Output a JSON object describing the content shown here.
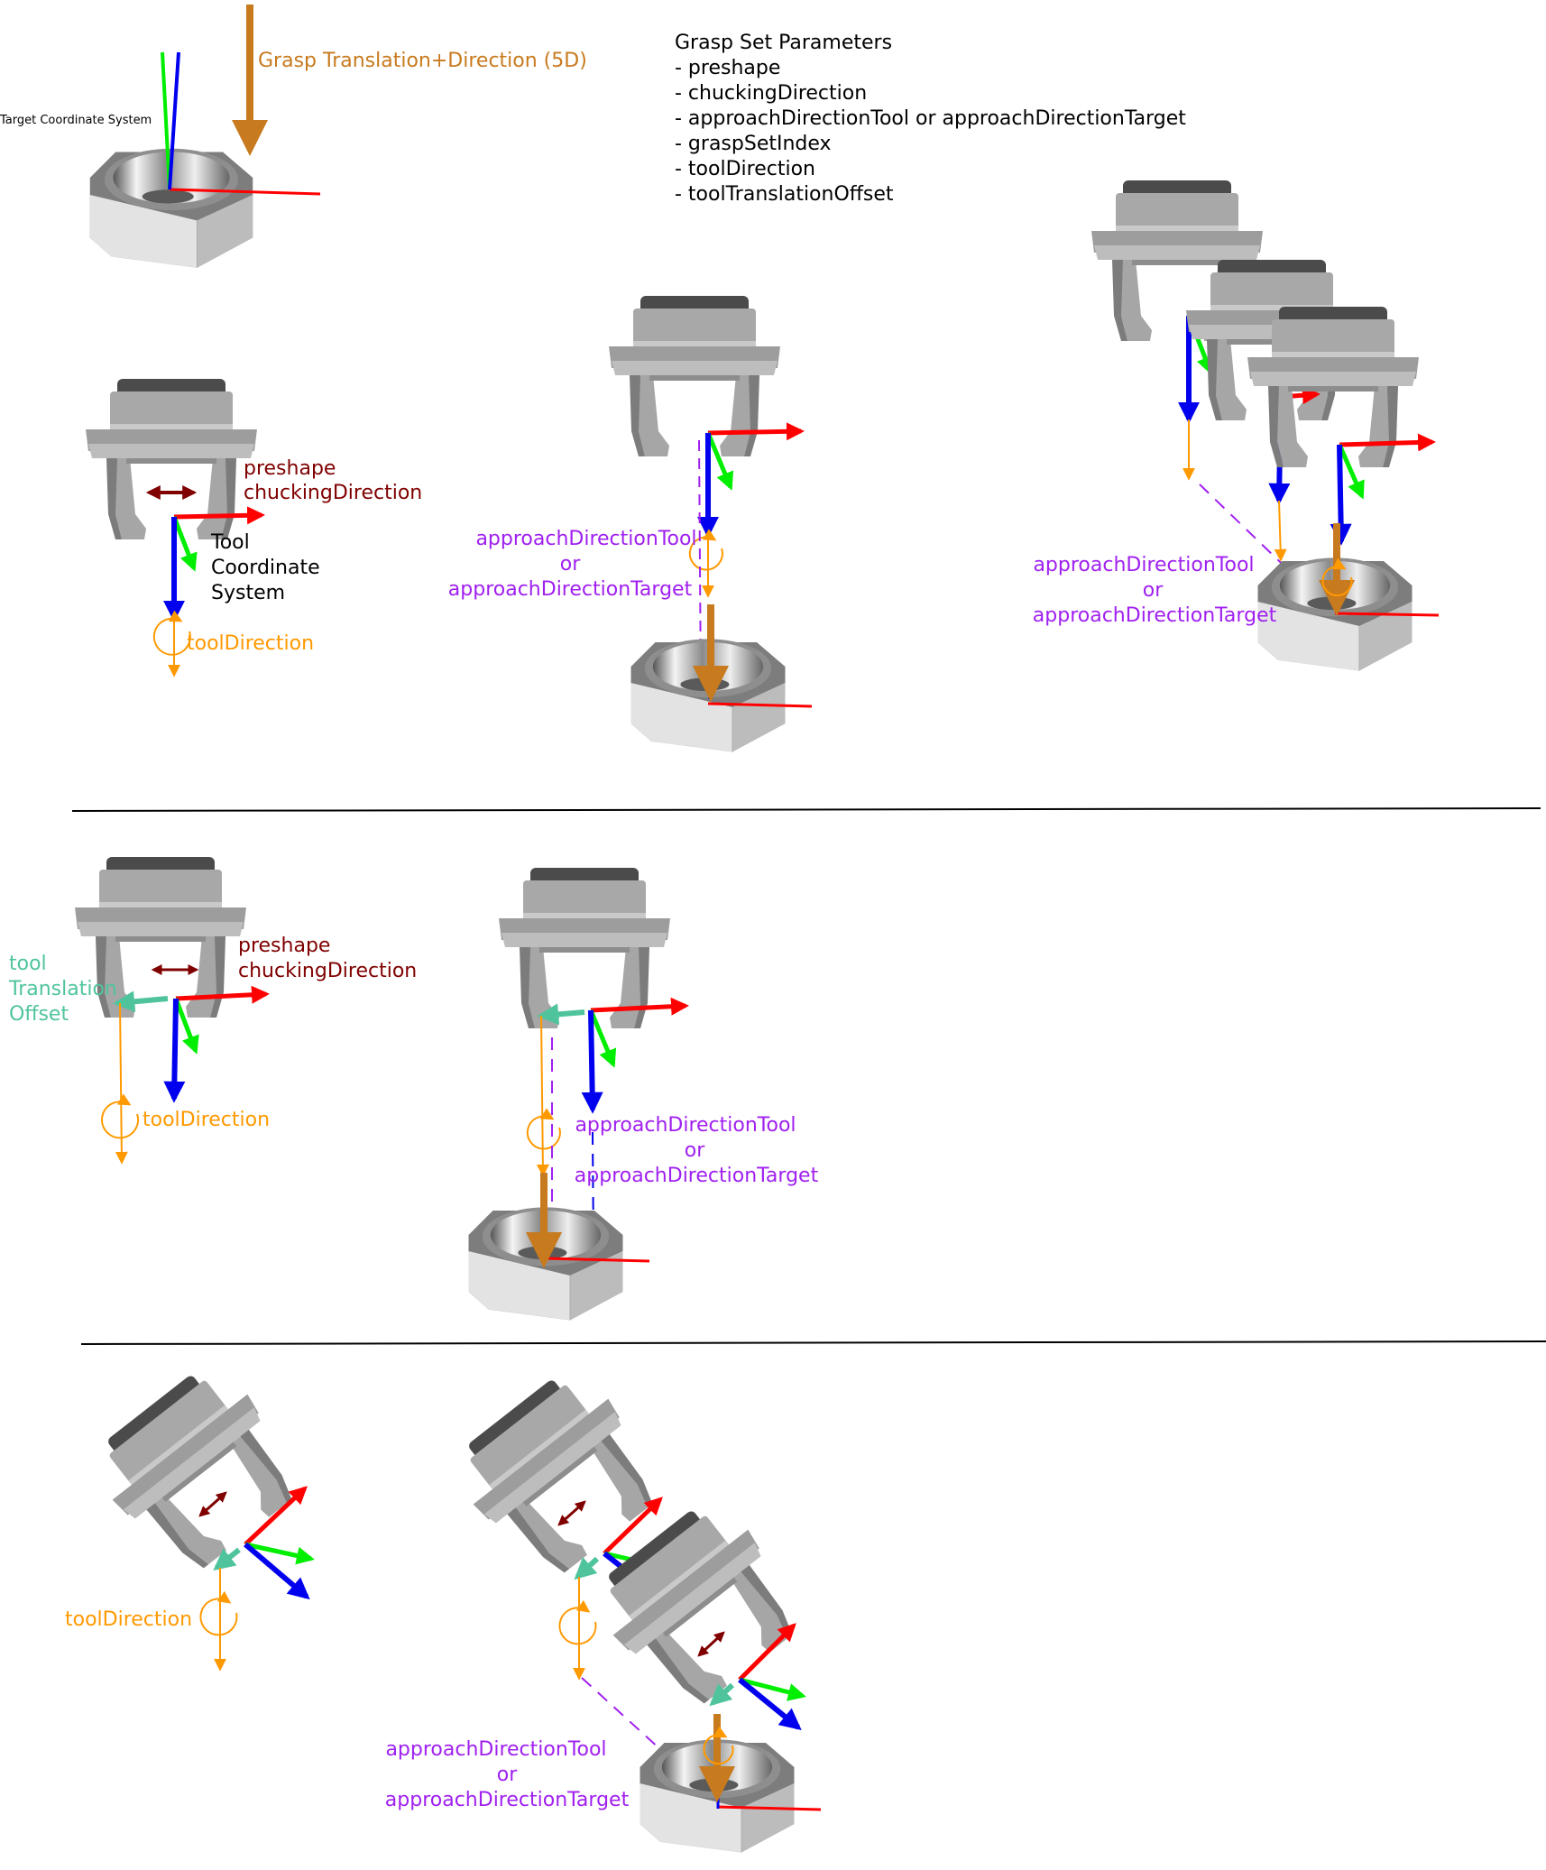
{
  "labels": {
    "target_coordinate_system": "Target Coordinate System",
    "grasp_translation_direction": "Grasp Translation+Direction (5D)",
    "preshape": "preshape",
    "chucking_direction": "chuckingDirection",
    "tool_coordinate_system": [
      "Tool",
      "Coordinate",
      "System"
    ],
    "tool_direction": "toolDirection",
    "approach_direction_tool": "approachDirectionTool",
    "or": "or",
    "approach_direction_target": "approachDirectionTarget",
    "tool_translation_offset": [
      "tool",
      "Translation",
      "Offset"
    ]
  },
  "parameters": {
    "title": "Grasp Set Parameters",
    "items": [
      "- preshape",
      "- chuckingDirection",
      "- approachDirectionTool or approachDirectionTarget",
      "- graspSetIndex",
      "- toolDirection",
      "- toolTranslationOffset"
    ]
  },
  "colors": {
    "axis_x": "#ff0000",
    "axis_y": "#00ee00",
    "axis_z": "#0000ee",
    "grasp": "#c87a1e",
    "tool_direction": "#ff9900",
    "approach": "#a020f0",
    "preshape": "#800000",
    "offset": "#4fc49c",
    "divider": "#000000",
    "gripper_light": "#bdbdbd",
    "gripper_dark": "#7a7a7a"
  }
}
